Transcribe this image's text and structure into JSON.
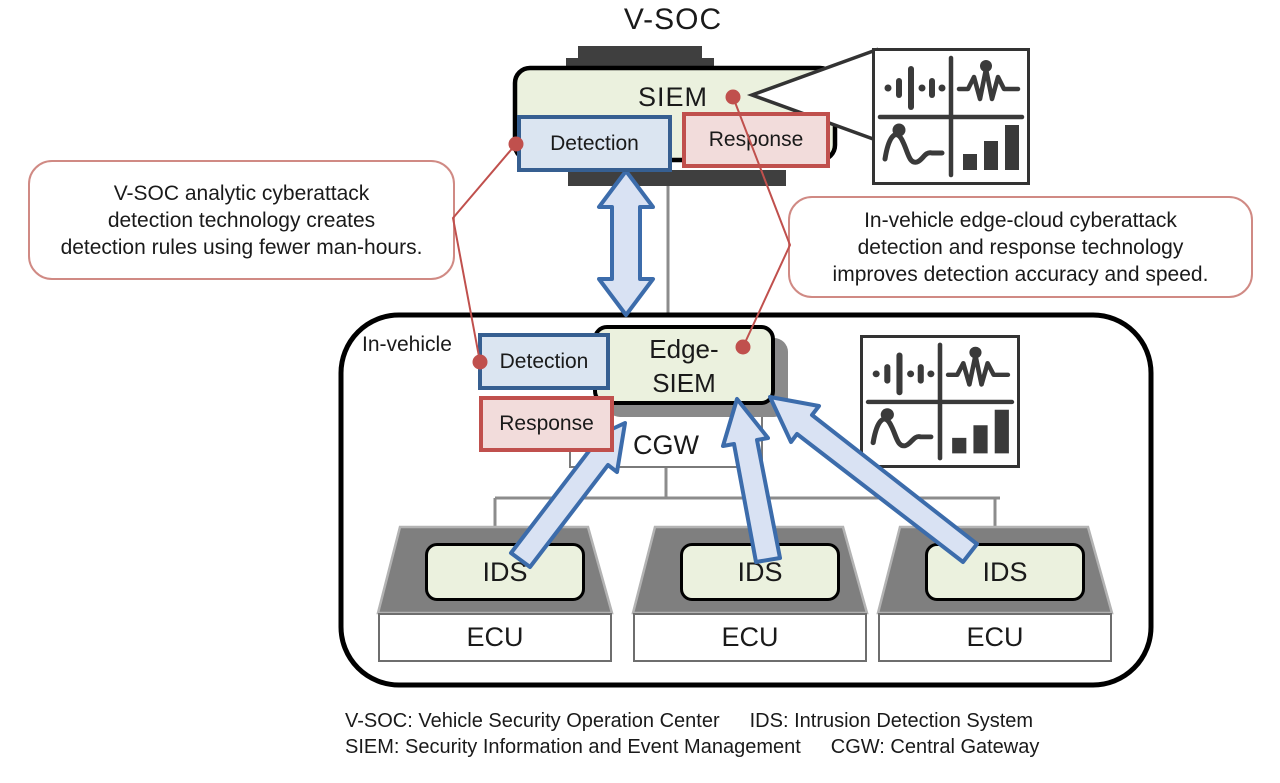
{
  "page_title": "V-SOC",
  "colors": {
    "green_fill": "#ebf1de",
    "blue_border": "#365f91",
    "blue_fill": "#dbe5f1",
    "red_border": "#c0504d",
    "red_fill": "#f2dcdb",
    "callout_border": "#d08a84",
    "arrow_fill": "#d9e2f3",
    "arrow_border": "#3c6cab",
    "dark_gray": "#3f3f3f",
    "mid_gray": "#7f7f7f"
  },
  "soc": {
    "siem_label": "SIEM",
    "detection_label": "Detection",
    "response_label": "Response"
  },
  "monitor_panel": {
    "icons": [
      "signal-bars-icon",
      "ecg-peak-icon",
      "pulse-wave-icon",
      "bar-chart-icon"
    ]
  },
  "callout_left": {
    "lines": [
      "V-SOC analytic cyberattack",
      "detection technology creates",
      "detection rules using fewer man-hours."
    ]
  },
  "callout_right": {
    "lines": [
      "In-vehicle edge-cloud cyberattack",
      "detection and response technology",
      "improves detection accuracy and speed."
    ]
  },
  "vehicle": {
    "label": "In-vehicle",
    "detection_label": "Detection",
    "response_label": "Response",
    "edge_siem_line1": "Edge-",
    "edge_siem_line2": "SIEM",
    "cgw_label": "CGW",
    "ecus": [
      {
        "ids_label": "IDS",
        "ecu_label": "ECU"
      },
      {
        "ids_label": "IDS",
        "ecu_label": "ECU"
      },
      {
        "ids_label": "IDS",
        "ecu_label": "ECU"
      }
    ]
  },
  "legend": {
    "rows": [
      {
        "left": "V-SOC: Vehicle Security Operation Center",
        "right": "IDS: Intrusion Detection System"
      },
      {
        "left": "SIEM: Security Information and Event Management",
        "right": "CGW: Central Gateway"
      }
    ]
  }
}
